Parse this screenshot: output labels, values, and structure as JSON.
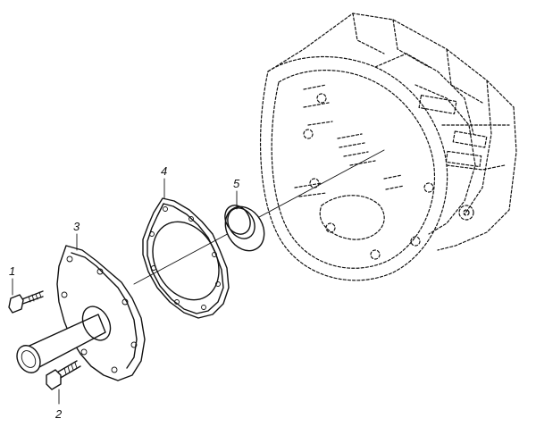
{
  "callouts": [
    {
      "id": "bolt-upper",
      "label": "1"
    },
    {
      "id": "bolt-lower",
      "label": "2"
    },
    {
      "id": "cover",
      "label": "3"
    },
    {
      "id": "gasket",
      "label": "4"
    },
    {
      "id": "seal-ring",
      "label": "5"
    }
  ]
}
